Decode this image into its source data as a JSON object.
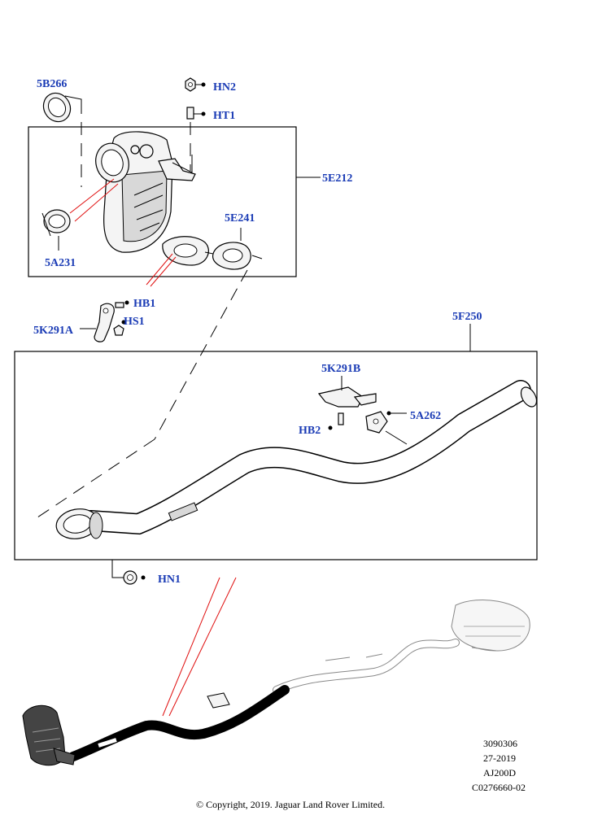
{
  "callouts": {
    "c_5B266": "5B266",
    "c_HN2": "HN2",
    "c_HT1": "HT1",
    "c_5E212": "5E212",
    "c_5E241": "5E241",
    "c_5A231": "5A231",
    "c_HB1": "HB1",
    "c_5K291A": "5K291A",
    "c_HS1": "HS1",
    "c_5F250": "5F250",
    "c_5K291B": "5K291B",
    "c_5A262": "5A262",
    "c_HB2": "HB2",
    "c_HN1": "HN1"
  },
  "reference": {
    "line1": "3090306",
    "line2": "27-2019",
    "line3": "AJ200D",
    "line4": "C0276660-02"
  },
  "copyright": "© Copyright, 2019. Jaguar Land Rover Limited.",
  "colors": {
    "callout": "#1a3bb5",
    "highlight": "#e01010",
    "line": "#000000"
  }
}
